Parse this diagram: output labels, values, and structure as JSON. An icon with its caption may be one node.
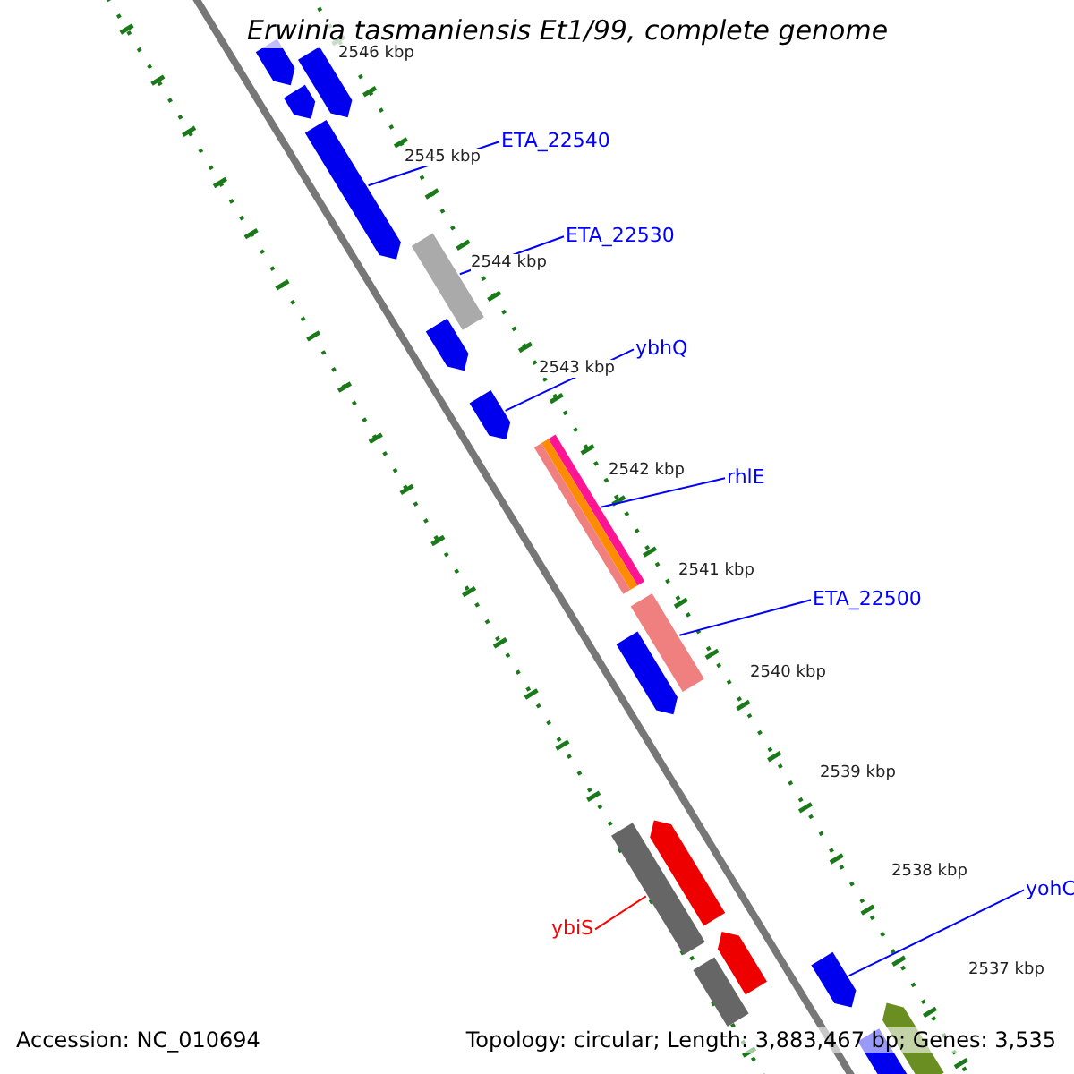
{
  "diagram": {
    "title": "Erwinia tasmaniensis Et1/99, complete genome",
    "nodes": [
      {
        "text": [
          "ETA_22540"
        ]
      },
      {
        "text": [
          "ETA_22530"
        ]
      },
      {
        "text": [
          "ybhQ"
        ]
      },
      {
        "text": [
          "rhlE"
        ]
      },
      {
        "text": [
          "ETA_22500"
        ]
      },
      {
        "text": [
          "ybiS"
        ]
      },
      {
        "text": [
          "yohC"
        ]
      },
      {
        "text": [],
        "shape": "bar"
      },
      {
        "text": [],
        "shape": "bar"
      },
      {
        "text": [],
        "shape": "bar"
      },
      {
        "text": [],
        "shape": "bar"
      },
      {
        "text": [],
        "shape": "bar"
      },
      {
        "text": [],
        "shape": "bar"
      },
      {
        "text": [],
        "shape": "bar"
      },
      {
        "text": [],
        "shape": "bar"
      },
      {
        "text": [],
        "shape": "bar"
      },
      {
        "text": [],
        "shape": "bar"
      },
      {
        "text": [],
        "shape": "bar"
      },
      {
        "text": [],
        "shape": "bar"
      },
      {
        "text": [],
        "shape": "bar"
      },
      {
        "text": [],
        "shape": "bar"
      },
      {
        "text": [],
        "shape": "bar"
      },
      {
        "text": [],
        "shape": "bar"
      },
      {
        "text": [],
        "shape": "bar"
      }
    ],
    "edges": [
      {
        "from": 0,
        "to": 10,
        "arrow": "none"
      },
      {
        "from": 1,
        "to": 11,
        "arrow": "none"
      },
      {
        "from": 2,
        "to": 13,
        "arrow": "none"
      },
      {
        "from": 3,
        "to": 14,
        "arrow": "none"
      },
      {
        "from": 4,
        "to": 15,
        "arrow": "none"
      },
      {
        "from": 5,
        "to": 17,
        "arrow": "none",
        "color": "#ff0000"
      },
      {
        "from": 6,
        "to": 21,
        "arrow": "none"
      }
    ],
    "labels": [
      "2546 kbp",
      "2545 kbp",
      "2544 kbp",
      "2543 kbp",
      "2542 kbp",
      "2541 kbp",
      "2540 kbp",
      "2539 kbp",
      "2538 kbp",
      "2537 kbp",
      "Accession: NC_010694",
      "Topology: circular; Length: 3,883,467 bp; Genes: 3,535"
    ]
  }
}
